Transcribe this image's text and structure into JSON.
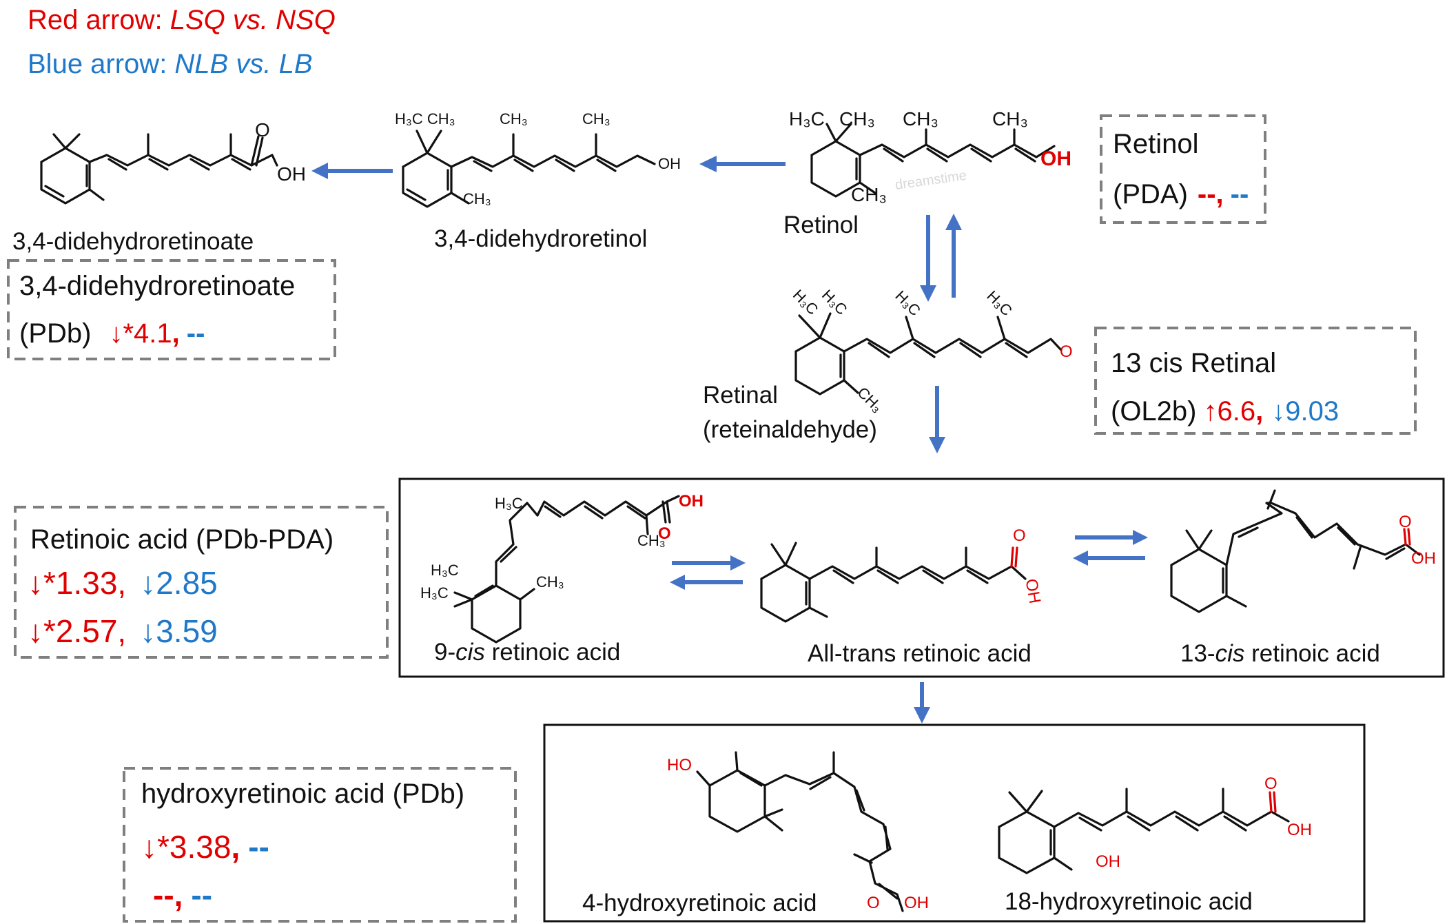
{
  "legend": {
    "red_prefix": "Red arrow: ",
    "red_comparison": "LSQ vs. NSQ",
    "blue_prefix": "Blue arrow: ",
    "blue_comparison": "NLB vs. LB"
  },
  "colors": {
    "red": "#e00000",
    "blue": "#1f78c8",
    "arrow": "#4472c4",
    "box_border": "#7f7f7f"
  },
  "compounds": {
    "didehydroretinoate": "3,4-didehydroretinoate",
    "didehydroretinol": "3,4-didehydroretinol",
    "retinol": "Retinol",
    "retinal_line1": "Retinal",
    "retinal_line2": "(reteinaldehyde)",
    "nine_cis_num": "9-",
    "nine_cis_it": "cis",
    "nine_cis_rest": " retinoic acid",
    "all_trans": "All-trans retinoic acid",
    "thirteen_cis_num": "13-",
    "thirteen_cis_it": "cis",
    "thirteen_cis_rest": " retinoic acid",
    "four_hydroxy": "4-hydroxyretinoic acid",
    "eighteen_hydroxy": "18-hydroxyretinoic acid"
  },
  "atom_labels": {
    "oh": "OH",
    "ho": "HO",
    "o": "O",
    "ch3": "CH₃",
    "h3c": "H₃C",
    "h3c_ch3": "H₃C  CH₃",
    "ch3_small": "CH₃",
    "watermark": "dreamstime"
  },
  "boxes": {
    "retinol": {
      "name": "Retinol",
      "module": "(PDA)",
      "red_value": "--",
      "sep": ",",
      "blue_value": "--"
    },
    "didehydroretinoate": {
      "name": "3,4-didehydroretinoate",
      "module": "(PDb)",
      "red_arrow": "↓",
      "red_value": "*4.1",
      "sep": ",",
      "blue_value": "--"
    },
    "cis_retinal": {
      "name": "13 cis Retinal",
      "module": "(OL2b)",
      "red_arrow": "↑",
      "red_value": "6.6",
      "sep": ",",
      "blue_arrow": "↓",
      "blue_value": "9.03"
    },
    "retinoic_acid": {
      "name": "Retinoic acid (PDb-PDA)",
      "row1": {
        "red_arrow": "↓",
        "red_value": "*1.33,",
        "blue_arrow": "↓",
        "blue_value": "2.85"
      },
      "row2": {
        "red_arrow": "↓",
        "red_value": "*2.57,",
        "blue_arrow": "↓",
        "blue_value": "3.59"
      }
    },
    "hydroxyretinoic": {
      "name": "hydroxyretinoic acid (PDb)",
      "row1": {
        "red_arrow": "↓",
        "red_value": "*3.38",
        "sep": ",",
        "blue_value": "--"
      },
      "row2": {
        "red_value": "--",
        "sep": ",",
        "blue_value": "--"
      }
    }
  }
}
